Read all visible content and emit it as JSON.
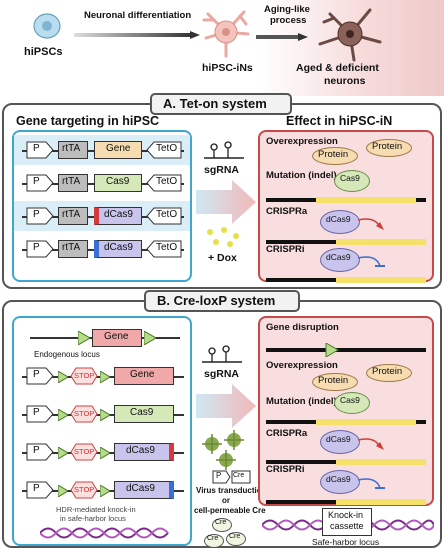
{
  "top": {
    "hipsc_label": "hiPSCs",
    "arrow1_label": "Neuronal differentiation",
    "hipsc_in_label": "hiPSC-iNs",
    "arrow2_label_line1": "Aging-like",
    "arrow2_label_line2": "process",
    "aged_label_line1": "Aged & deficient",
    "aged_label_line2": "neurons"
  },
  "sectionA": {
    "title": "A. Tet-on system",
    "left_title": "Gene targeting in hiPSC",
    "right_title": "Effect in hiPSC-iN",
    "sgrna": "sgRNA",
    "dox": "+ Dox",
    "constructs": [
      {
        "p": "P",
        "tta": "rtTA",
        "gene": "Gene",
        "teto": "TetO"
      },
      {
        "p": "P",
        "tta": "rtTA",
        "gene": "Cas9",
        "teto": "TetO"
      },
      {
        "p": "P",
        "tta": "rtTA",
        "gene": "dCas9",
        "teto": "TetO"
      },
      {
        "p": "P",
        "tta": "rtTA",
        "gene": "dCas9",
        "teto": "TetO"
      }
    ],
    "effects": {
      "overexpression": "Overexpression",
      "protein": "Protein",
      "mutation": "Mutation (indel)",
      "cas9": "Cas9",
      "crispra": "CRISPRa",
      "crispri": "CRISPRi",
      "dcas9": "dCas9"
    }
  },
  "sectionB": {
    "title": "B. Cre-loxP system",
    "endogenous": "Endogenous locus",
    "gene": "Gene",
    "p": "P",
    "stop": "STOP",
    "constructs": [
      "Gene",
      "Cas9",
      "dCas9",
      "dCas9"
    ],
    "sgrna": "sgRNA",
    "cre": "Cre",
    "virus_line1": "Virus transduction",
    "virus_line2": "or",
    "virus_line3": "cell-permeable Cre",
    "hdr_line1": "HDR-mediated knock-in",
    "hdr_line2": "in safe-harbor locus",
    "knockin_line1": "Knock-in",
    "knockin_line2": "cassette",
    "safe_harbor": "Safe-harbor locus",
    "effects": {
      "disruption": "Gene disruption",
      "overexpression": "Overexpression",
      "protein": "Protein",
      "mutation": "Mutation (indel)",
      "cas9": "Cas9",
      "crispra": "CRISPRa",
      "crispri": "CRISPRi",
      "dcas9": "dCas9"
    }
  },
  "colors": {
    "blue_panel": "#d9eef7",
    "red_panel": "#f8dede",
    "gene_pink": "#f0a8a8",
    "cas9_green": "#d4e8b8",
    "dcas9_purple": "#c8c4ec",
    "protein": "#f6dcb0",
    "section_border": "#555555"
  }
}
